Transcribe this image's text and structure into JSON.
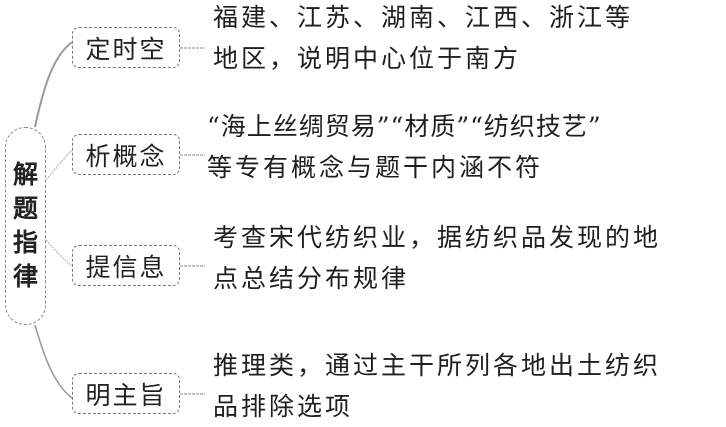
{
  "root": {
    "label": "解题指律",
    "chars": [
      "解",
      "题",
      "指",
      "律"
    ]
  },
  "branches": [
    {
      "node": "定时空",
      "lines": [
        "福建、江苏、湖南、江西、浙江等",
        "地区，说明中心位于南方"
      ]
    },
    {
      "node": "析概念",
      "lines": [
        "“海上丝绸贸易”“材质”“纺织技艺”",
        " 等专有概念与题干内涵不符"
      ]
    },
    {
      "node": "提信息",
      "lines": [
        "考查宋代纺织业，据纺织品发现的地",
        "点总结分布规律"
      ]
    },
    {
      "node": "明主旨",
      "lines": [
        "推理类，通过主干所列各地出土纺织",
        "品排除选项"
      ]
    }
  ]
}
